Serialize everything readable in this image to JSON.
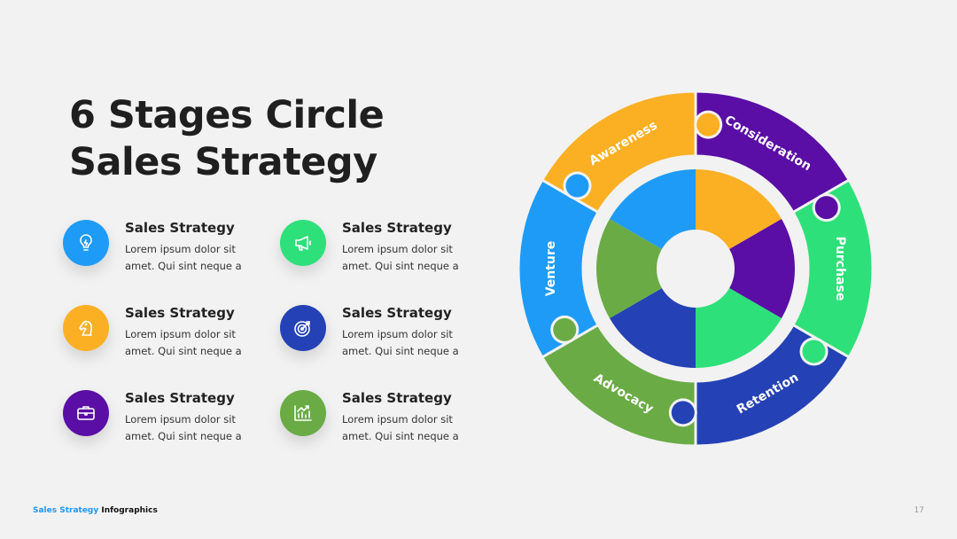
{
  "title": {
    "line1": "6 Stages Circle",
    "line2": "Sales Strategy"
  },
  "items": [
    {
      "heading": "Sales Strategy",
      "desc": "Lorem ipsum dolor sit amet. Qui sint neque a",
      "icon": "lightbulb-icon",
      "color": "#1e9bf7"
    },
    {
      "heading": "Sales Strategy",
      "desc": "Lorem ipsum dolor sit amet. Qui sint neque a",
      "icon": "megaphone-icon",
      "color": "#2ee07a"
    },
    {
      "heading": "Sales Strategy",
      "desc": "Lorem ipsum dolor sit amet. Qui sint neque a",
      "icon": "chess-knight-icon",
      "color": "#fbb024"
    },
    {
      "heading": "Sales Strategy",
      "desc": "Lorem ipsum dolor sit amet. Qui sint neque a",
      "icon": "target-icon",
      "color": "#2442b5"
    },
    {
      "heading": "Sales Strategy",
      "desc": "Lorem ipsum dolor sit amet. Qui sint neque a",
      "icon": "briefcase-icon",
      "color": "#5a0ea5"
    },
    {
      "heading": "Sales Strategy",
      "desc": "Lorem ipsum dolor sit amet. Qui sint neque a",
      "icon": "growth-chart-icon",
      "color": "#6aab45"
    }
  ],
  "wheel": {
    "stages": [
      {
        "label": "Awareness",
        "color": "#fbb024"
      },
      {
        "label": "Consideration",
        "color": "#5a0ea5"
      },
      {
        "label": "Purchase",
        "color": "#2ee07a"
      },
      {
        "label": "Retention",
        "color": "#2442b5"
      },
      {
        "label": "Advocacy",
        "color": "#6aab45"
      },
      {
        "label": "Venture",
        "color": "#1e9bf7"
      }
    ]
  },
  "footer": {
    "brand": "Sales Strategy",
    "rest": " Infographics",
    "page": "17"
  }
}
